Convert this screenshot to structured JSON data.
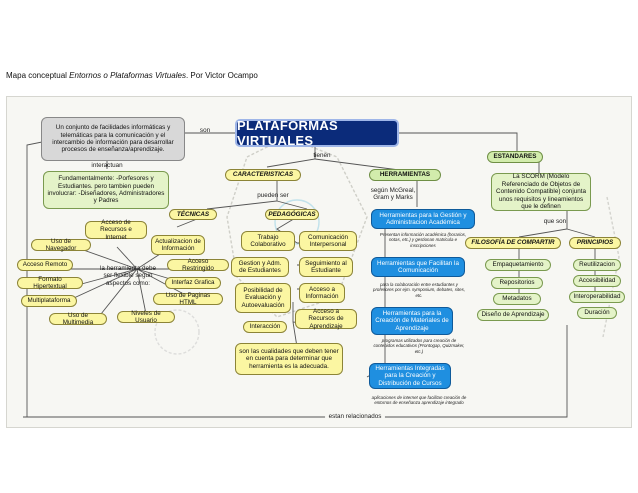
{
  "caption": {
    "prefix": "Mapa conceptual ",
    "italic": "Entornos o Plataformas Virtuales",
    "suffix": ". Por Victor Ocampo"
  },
  "map": {
    "title": "PLATAFORMAS VIRTUALES",
    "definition": "Un conjunto de facilidades informáticas y telemáticas para la comunicación y el intercambio de información para desarrollar procesos de enseñanza/aprendizaje.",
    "lbl_son": "son",
    "lbl_interactuan": "interactuan",
    "participants": "Fundamentalmente: -Porfesores y Estudiantes. pero tambien pueden involucrar: -Diseñadores, Administradores y Padres",
    "lbl_tienen": "tienen",
    "caracteristicas": "CARACTERISTICAS",
    "herramientas": "HERRAMIENTAS",
    "estandares": "ESTANDARES",
    "lbl_pueden_ser": "pueden ser",
    "tecnicas": "TÉCNICAS",
    "pedagogicas": "PEDAGÓGICAS",
    "lbl_segun": "según McGreal, Gram y Marks",
    "scorm": "La SCORM (Modelo Referenciado de Objetos de Contenido Compatible) conjunta unos requisitos y lineamientos que le definen",
    "lbl_que_son": "que son",
    "filosofia": "FILOSOFÍA DE COMPARTIR",
    "principios": "PRINCIPIOS",
    "tec_items": [
      "Acceso de Recursos e Internet",
      "Uso de Navegador",
      "Actualizacion de Información",
      "Acceso Remoto",
      "Acceso Restringido",
      "Formato Hipertextual",
      "Interfaz Grafica",
      "Multiplataforma",
      "Uso de Paginas HTML",
      "Uso de Multimedia",
      "Niveles de Usuario"
    ],
    "tec_center": "la herramienta debe ser flexible segun aspectos como:",
    "ped_items": [
      "Trabajo Colaborativo",
      "Comunicación Interpersonal",
      "Gestion y Adm. de Estudiantes",
      "Seguimiento al Estudiante",
      "Posibilidad de Evaluación y Autoevaluación",
      "Acceso a Información",
      "Acceso a Recursos de Aprendizaje",
      "Interacción"
    ],
    "cualidades": "son las cualidades que deben tener en cuenta para determinar que herramienta es la adecuada.",
    "herr_items": [
      "Herramientas para la Gestión y Administracion Académica",
      "Herramientas que Facilitan la Comunicación",
      "Herramientas para la Creación de Materiales de Aprendizaje",
      "Herramientas Integradas para la Creación y Distribución de Cursos"
    ],
    "herr_notes": [
      "Presentan información académica (horarios, notas, etc.) y gestionan matricula e inscripciones",
      "para la colaboración entre estudiantes y profesores por ejm. symposium, debates, sites, etc.",
      "programas utilizados para creación de contenidos educativos (Prontogap, Quizmaker, etc.)",
      "aplicaciones de internet que facilitan creación de entornos de enseñanza aprendizaje integrado"
    ],
    "filosofia_items": [
      "Empaquetamiento",
      "Repositorios",
      "Metadatos",
      "Diseño de Aprendizaje"
    ],
    "principios_items": [
      "Reutilizacion",
      "Accesibilidad",
      "Interoperabilidad",
      "Duración"
    ],
    "lbl_estan": "estan relacionados"
  },
  "colors": {
    "title_bg": "#0b2b7a",
    "yellow": "#fbf6a2",
    "green": "#e4f3c8",
    "blue": "#1f8fe0",
    "gray": "#d8d8d8"
  }
}
